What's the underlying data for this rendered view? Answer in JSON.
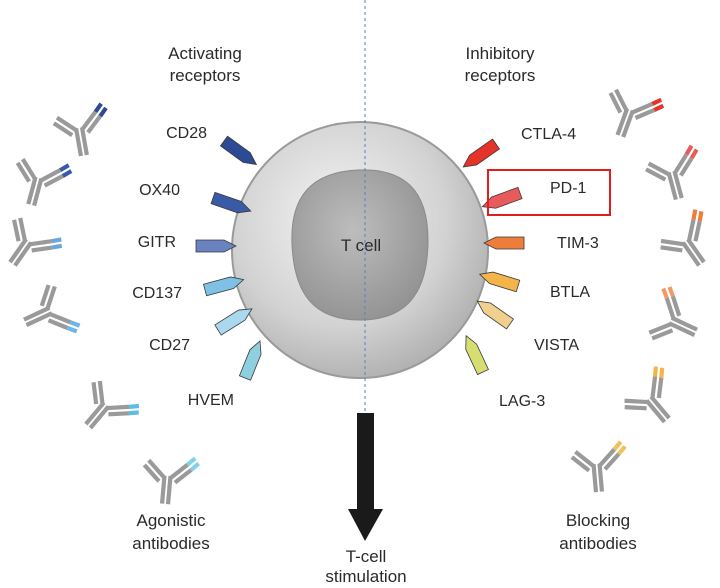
{
  "headings": {
    "activating": [
      "Activating",
      "receptors"
    ],
    "inhibitory": [
      "Inhibitory",
      "receptors"
    ],
    "agonistic": [
      "Agonistic",
      "antibodies"
    ],
    "blocking": [
      "Blocking",
      "antibodies"
    ],
    "stimulation": [
      "T-cell",
      "stimulation"
    ]
  },
  "cell": {
    "label": "T cell"
  },
  "activating_receptors": [
    {
      "label": "CD28",
      "color": "#2e4a94"
    },
    {
      "label": "OX40",
      "color": "#3a5aa8"
    },
    {
      "label": "GITR",
      "color": "#6b82c0"
    },
    {
      "label": "CD137",
      "color": "#7fc1e4"
    },
    {
      "label": "CD27",
      "color": "#a9d8ef"
    },
    {
      "label": "HVEM",
      "color": "#8fd0e0"
    }
  ],
  "inhibitory_receptors": [
    {
      "label": "CTLA-4",
      "color": "#e5332a"
    },
    {
      "label": "PD-1",
      "color": "#e95a5a"
    },
    {
      "label": "TIM-3",
      "color": "#ee7d3b"
    },
    {
      "label": "BTLA",
      "color": "#f3b54a"
    },
    {
      "label": "VISTA",
      "color": "#f1cf8e"
    },
    {
      "label": "LAG-3",
      "color": "#d6de72"
    }
  ],
  "agonistic_antibody_tips": [
    "#2e4a94",
    "#3a5aa8",
    "#6aa7dc",
    "#6fb6e4",
    "#5bbde8",
    "#7fd2ea"
  ],
  "blocking_antibody_tips": [
    "#e5332a",
    "#e95a5a",
    "#ee7d3b",
    "#f09a6a",
    "#f3b54a",
    "#f1c05a"
  ],
  "highlight": {
    "target": "PD-1",
    "color": "#e31d1d"
  },
  "colors": {
    "antibody": "#9a9a9a",
    "arrow": "#1a1a1a",
    "divider": "#5a7fc0"
  }
}
